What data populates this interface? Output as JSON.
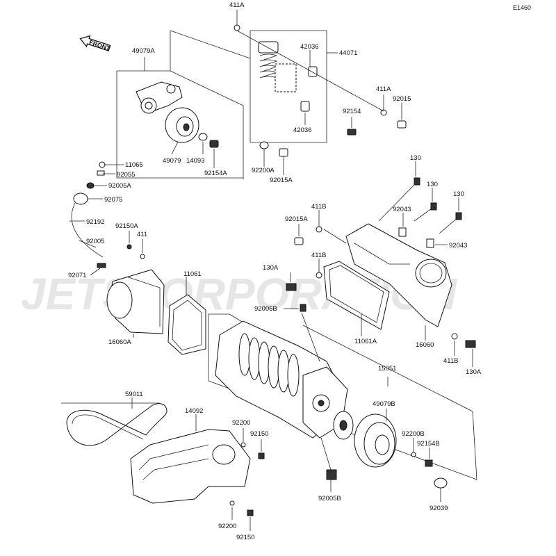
{
  "diagram": {
    "code": "E1460",
    "front_label": "FRONT",
    "watermark": "JETSTORPORATION",
    "labels": [
      {
        "id": "411A-top",
        "text": "411A"
      },
      {
        "id": "42036-top",
        "text": "42036"
      },
      {
        "id": "44071",
        "text": "44071"
      },
      {
        "id": "49079A",
        "text": "49079A"
      },
      {
        "id": "411A-mid",
        "text": "411A"
      },
      {
        "id": "92015",
        "text": "92015"
      },
      {
        "id": "92154",
        "text": "92154"
      },
      {
        "id": "42036-bot",
        "text": "42036"
      },
      {
        "id": "49079",
        "text": "49079"
      },
      {
        "id": "14093",
        "text": "14093"
      },
      {
        "id": "92154A",
        "text": "92154A"
      },
      {
        "id": "92200A",
        "text": "92200A"
      },
      {
        "id": "92015A",
        "text": "92015A"
      },
      {
        "id": "11065",
        "text": "11065"
      },
      {
        "id": "92055",
        "text": "92055"
      },
      {
        "id": "92005A",
        "text": "92005A"
      },
      {
        "id": "92075",
        "text": "92075"
      },
      {
        "id": "92192",
        "text": "92192"
      },
      {
        "id": "92150A",
        "text": "92150A"
      },
      {
        "id": "411",
        "text": "411"
      },
      {
        "id": "92005",
        "text": "92005"
      },
      {
        "id": "92071",
        "text": "92071"
      },
      {
        "id": "11061",
        "text": "11061"
      },
      {
        "id": "16060A",
        "text": "16060A"
      },
      {
        "id": "130-a",
        "text": "130"
      },
      {
        "id": "130-b",
        "text": "130"
      },
      {
        "id": "130-c",
        "text": "130"
      },
      {
        "id": "92043-a",
        "text": "92043"
      },
      {
        "id": "411B-a",
        "text": "411B"
      },
      {
        "id": "92015A-r",
        "text": "92015A"
      },
      {
        "id": "92043-b",
        "text": "92043"
      },
      {
        "id": "411B-b",
        "text": "411B"
      },
      {
        "id": "130A-a",
        "text": "130A"
      },
      {
        "id": "92005B-a",
        "text": "92005B"
      },
      {
        "id": "11061A",
        "text": "11061A"
      },
      {
        "id": "16060",
        "text": "16060"
      },
      {
        "id": "411B-c",
        "text": "411B"
      },
      {
        "id": "130A-b",
        "text": "130A"
      },
      {
        "id": "15051",
        "text": "15051"
      },
      {
        "id": "59011",
        "text": "59011"
      },
      {
        "id": "14092",
        "text": "14092"
      },
      {
        "id": "49079B",
        "text": "49079B"
      },
      {
        "id": "92200-a",
        "text": "92200"
      },
      {
        "id": "92150-a",
        "text": "92150"
      },
      {
        "id": "92200B",
        "text": "92200B"
      },
      {
        "id": "92154B",
        "text": "92154B"
      },
      {
        "id": "92005B-b",
        "text": "92005B"
      },
      {
        "id": "92039",
        "text": "92039"
      },
      {
        "id": "92200-b",
        "text": "92200"
      },
      {
        "id": "92150-b",
        "text": "92150"
      }
    ]
  }
}
